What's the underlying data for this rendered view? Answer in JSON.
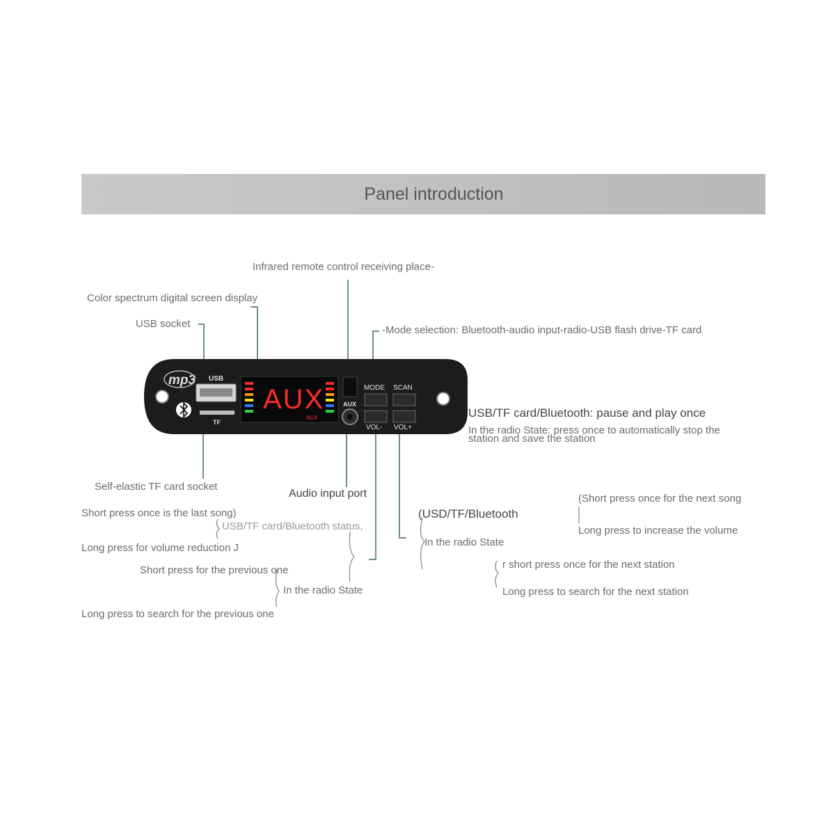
{
  "title": "Panel introduction",
  "device": {
    "logo": "mp3",
    "usb_label": "USB",
    "tf_label": "TF",
    "aux_label": "AUX",
    "display_text": "AUX",
    "display_subtext": "AUX",
    "buttons": [
      "MODE",
      "SCAN",
      "VOL-",
      "VOL+"
    ],
    "icons": [
      "bluetooth-icon",
      "mount-hole-icon"
    ],
    "colors": {
      "panel": "#1c1c1c",
      "display_red": "#ff2a2a",
      "leader_line": "#6e9080"
    }
  },
  "callouts": {
    "infrared": "Infrared remote control receiving place-",
    "spectrum": "Color spectrum digital screen display",
    "usb_socket": "USB socket",
    "mode": "-Mode selection: Bluetooth-audio input-radio-USB flash drive-TF card",
    "scan_play": "USB/TF card/Bluetooth: pause and play once",
    "scan_radio_1": "In the radio State: press once to automatically stop the",
    "scan_radio_2": "station and save the station",
    "tf_socket": "Self-elastic TF card socket",
    "audio_input": "Audio input port"
  },
  "vol_minus": {
    "short_last": "Short press once is the last song)",
    "status": "USB/TF card/Bluetooth status,",
    "long_reduce": "Long press for volume reduction J",
    "short_prev": "Short press for the previous one",
    "radio_state": "In the radio State",
    "long_search_prev": "Long press to search for the previous one"
  },
  "vol_plus": {
    "usd_bt": "(USD/TF/Bluetooth",
    "radio_state": "In the radio State",
    "short_next_song": "(Short press once for the next song",
    "long_increase": "Long press to increase the volume",
    "short_next_station": "r short press once for the next station",
    "long_search_next": "Long press to search for the next station"
  }
}
